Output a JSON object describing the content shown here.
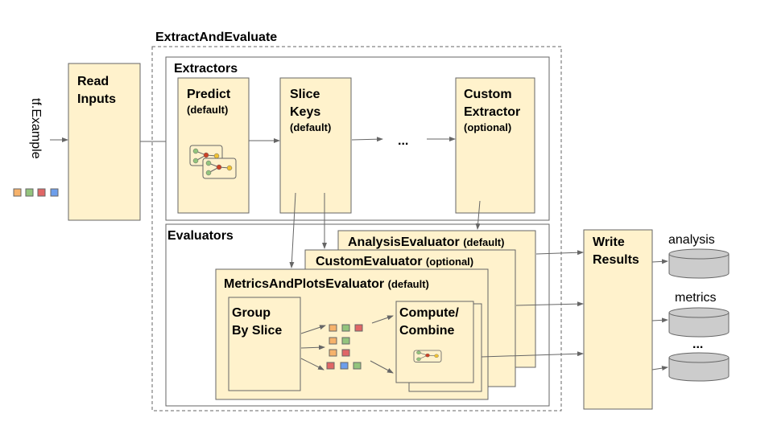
{
  "title": "ExtractAndEvaluate",
  "input": {
    "label": "tf.Example"
  },
  "read_inputs": {
    "line1": "Read",
    "line2": "Inputs"
  },
  "extractors": {
    "label": "Extractors",
    "predict": {
      "line1": "Predict",
      "line2": "(default)"
    },
    "slice_keys": {
      "line1": "Slice",
      "line2": "Keys",
      "line3": "(default)"
    },
    "ellipsis": "...",
    "custom": {
      "line1": "Custom",
      "line2": "Extractor",
      "line3": "(optional)"
    }
  },
  "evaluators": {
    "label": "Evaluators",
    "analysis": {
      "name": "AnalysisEvaluator",
      "tag": "(default)"
    },
    "custom": {
      "name": "CustomEvaluator",
      "tag": "(optional)"
    },
    "metrics": {
      "name": "MetricsAndPlotsEvaluator",
      "tag": "(default)"
    },
    "group_by_slice": {
      "line1": "Group",
      "line2": "By Slice"
    },
    "compute_combine": {
      "line1": "Compute/",
      "line2": "Combine"
    }
  },
  "write_results": {
    "line1": "Write",
    "line2": "Results"
  },
  "outputs": {
    "analysis": "analysis",
    "metrics": "metrics",
    "more": "..."
  },
  "colors": {
    "box_fill": "#fff2cc",
    "orange": "#f6b26b",
    "green": "#93c47d",
    "red": "#e06666",
    "blue": "#6d9eeb",
    "yellow": "#f1c232",
    "db": "#cccccc"
  }
}
